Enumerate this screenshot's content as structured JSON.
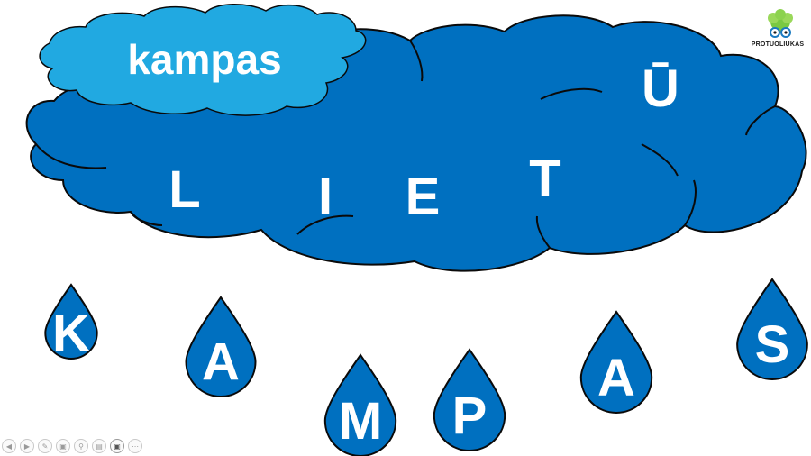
{
  "slide": {
    "word": "kampas",
    "cloud_letters": [
      "L",
      "I",
      "E",
      "T",
      "Ū"
    ],
    "drop_letters": [
      "K",
      "A",
      "M",
      "P",
      "A",
      "S"
    ]
  },
  "logo": {
    "text": "PROTUOLIUKAS",
    "icon": "brain-mascot-icon"
  },
  "colors": {
    "cloud": "#0070C0",
    "word_cloud": "#21A9E1",
    "drop": "#0070C0",
    "outline": "#0a0a0a",
    "letter": "#ffffff"
  },
  "toolbar": {
    "buttons": [
      "previous-icon",
      "next-icon",
      "pen-icon",
      "slides-icon",
      "zoom-icon",
      "subtitles-icon",
      "camera-icon",
      "more-icon"
    ]
  }
}
